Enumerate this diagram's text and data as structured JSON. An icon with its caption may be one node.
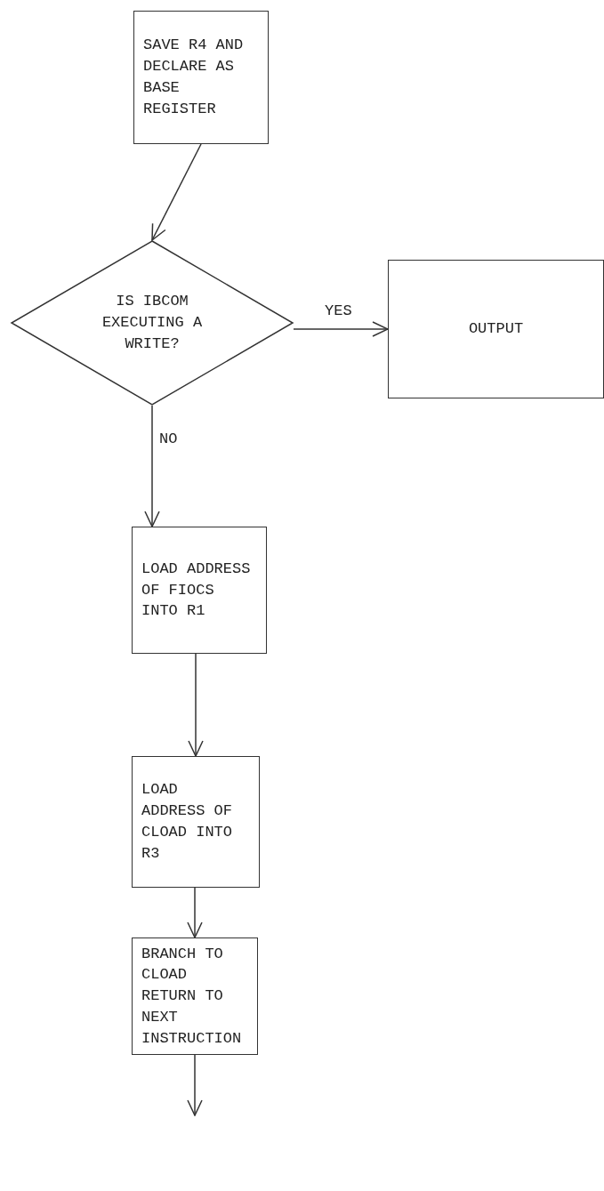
{
  "diagram": {
    "nodes": [
      {
        "text": [
          "SAVE R4 AND DECLARE AS BASE REGISTER"
        ]
      },
      {
        "text": [
          "IS IBCOM EXECUTING A WRITE?"
        ]
      },
      {
        "text": [
          "OUTPUT"
        ]
      },
      {
        "text": [
          "LOAD ADDRESS OF FIOCS INTO R1"
        ]
      },
      {
        "text": [
          "LOAD ADDRESS OF CLOAD INTO R3"
        ]
      },
      {
        "text": [
          "BRANCH TO CLOAD RETURN TO NEXT INSTRUCTION"
        ]
      }
    ],
    "edges": [
      {
        "from": 0,
        "to": 1,
        "arrow": "to"
      },
      {
        "from": 1,
        "to": 2,
        "arrow": "to",
        "label": "YES"
      },
      {
        "from": 1,
        "to": 3,
        "arrow": "to",
        "label": "NO"
      },
      {
        "from": 3,
        "to": 4,
        "arrow": "to"
      },
      {
        "from": 4,
        "to": 5,
        "arrow": "to"
      },
      {
        "from": 5,
        "to": null,
        "arrow": "to"
      }
    ]
  }
}
